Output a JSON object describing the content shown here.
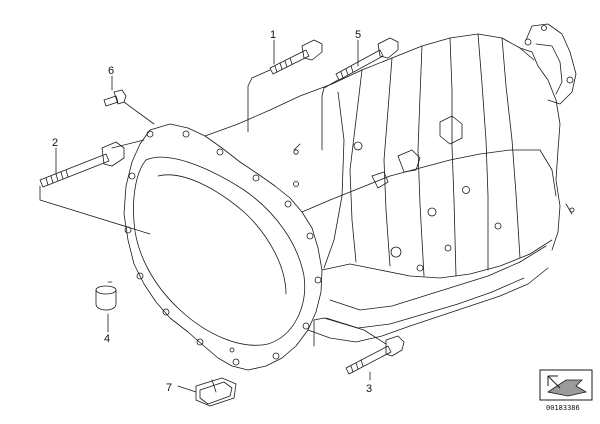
{
  "callouts": [
    {
      "number": "1",
      "part": "bolt"
    },
    {
      "number": "2",
      "part": "long-bolt"
    },
    {
      "number": "3",
      "part": "bolt"
    },
    {
      "number": "4",
      "part": "dowel-sleeve"
    },
    {
      "number": "5",
      "part": "bolt"
    },
    {
      "number": "6",
      "part": "short-bolt"
    },
    {
      "number": "7",
      "part": "clip"
    }
  ],
  "catalog_number": "00183386",
  "colors": {
    "line": "#1a1a1a",
    "hatch": "#8a8a8a",
    "background": "#ffffff"
  },
  "icons": {
    "corner": "navigation-arrow-icon"
  }
}
